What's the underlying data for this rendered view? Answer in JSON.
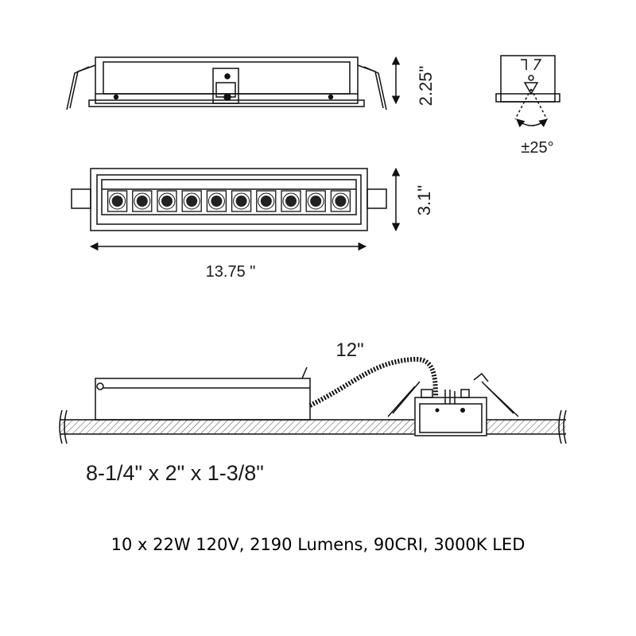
{
  "labels": {
    "height_top": "2.25\"",
    "tilt": "±25°",
    "width_front": "3.1\"",
    "length": "13.75 \"",
    "cable_length": "12\"",
    "junction_box": "8-1/4\" x 2\" x 1-3/8\"",
    "spec_line": "10 x 22W 120V, 2190 Lumens, 90CRI, 3000K LED"
  },
  "fixture": {
    "led_count": 10
  }
}
